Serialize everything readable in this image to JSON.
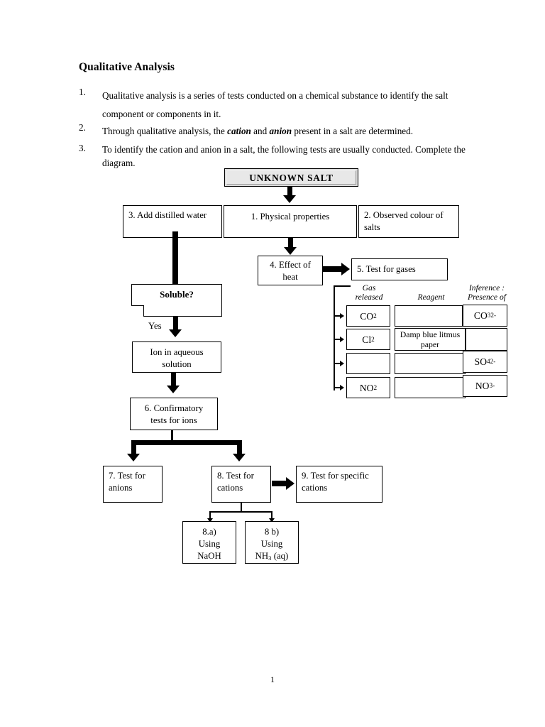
{
  "document": {
    "title": "Qualitative Analysis",
    "page_number": "1",
    "list": [
      {
        "num": "1.",
        "text_before": "Qualitative analysis is a series of tests conducted on a chemical substance to identify the salt component or components in it.",
        "text_after": ""
      },
      {
        "num": "2.",
        "prefix": "Through qualitative analysis, the ",
        "em1": "cation",
        "mid": " and ",
        "em2": "anion",
        "suffix": " present in a salt are determined."
      },
      {
        "num": "3.",
        "text": "To identify the cation and anion in a salt, the following tests are usually conducted. Complete the diagram."
      }
    ]
  },
  "flowchart": {
    "unknown_salt": "UNKNOWN SALT",
    "box1": "1. Physical properties",
    "box2": "2. Observed colour of salts",
    "box3": "3.  Add distilled water",
    "box4": "4.  Effect of heat",
    "box5": "5. Test for gases",
    "soluble": "Soluble?",
    "yes_label": "Yes",
    "ion_aqueous": "Ion in aqueous solution",
    "box6": "6. Confirmatory tests for ions",
    "box7": "7. Test for anions",
    "box8": "8. Test for cations",
    "box9": "9. Test for specific cations",
    "box8a_line1": "8.a)",
    "box8a_line2": "Using",
    "box8a_line3": "NaOH",
    "box8b_line1": "8 b)",
    "box8b_line2": "Using",
    "box8b_line3": "NH3 (aq)"
  },
  "gas_table": {
    "headers": {
      "gas_released_l1": "Gas",
      "gas_released_l2": "released",
      "reagent": "Reagent",
      "inference_l1": "Inference :",
      "inference_l2": "Presence of"
    },
    "rows": [
      {
        "gas": "CO2",
        "reagent": "",
        "inference": "CO3 2-"
      },
      {
        "gas": "Cl2",
        "reagent": "Damp blue litmus paper",
        "inference": ""
      },
      {
        "gas": "",
        "reagent": "",
        "inference": "SO4 2-"
      },
      {
        "gas": "NO2",
        "reagent": "",
        "inference": "NO3 -"
      }
    ]
  }
}
